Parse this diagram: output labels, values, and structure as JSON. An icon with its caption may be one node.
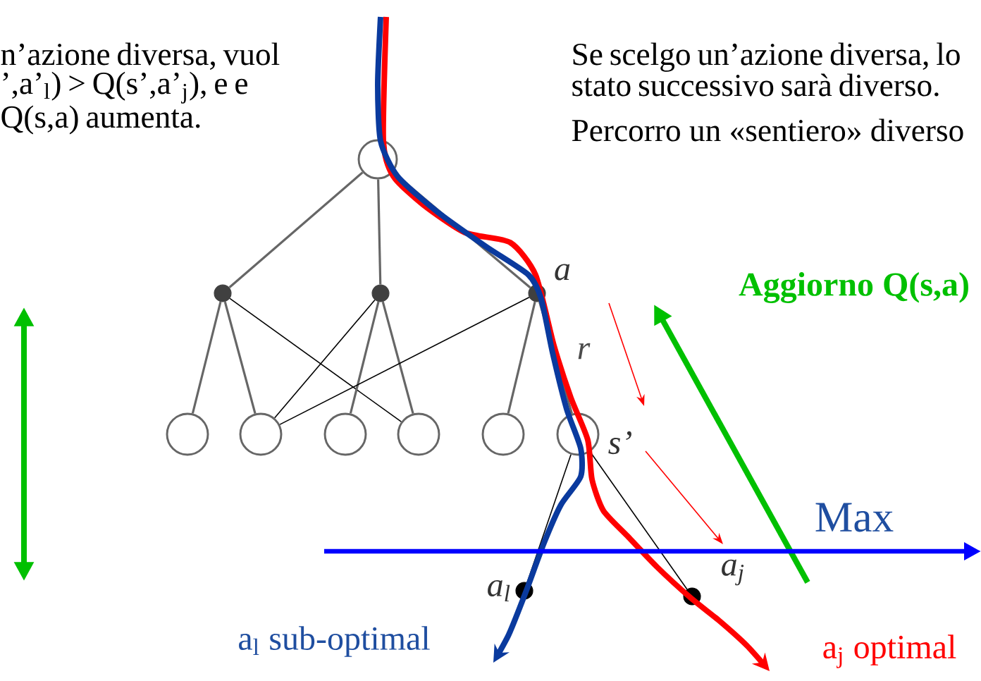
{
  "diagram": {
    "nodes": [
      {
        "text": [],
        "shape": "circle"
      },
      {
        "text": [],
        "shape": "circle"
      },
      {
        "text": [],
        "shape": "circle"
      },
      {
        "text": [],
        "shape": "circle",
        "beside": [
          "a"
        ]
      },
      {
        "text": [],
        "shape": "circle"
      },
      {
        "text": [],
        "shape": "circle"
      },
      {
        "text": [],
        "shape": "circle"
      },
      {
        "text": [],
        "shape": "circle"
      },
      {
        "text": [],
        "shape": "circle"
      },
      {
        "text": [],
        "shape": "circle",
        "beside": [
          "s’"
        ]
      },
      {
        "text": [],
        "shape": "circle",
        "beside": [
          "a$_{l}$"
        ]
      },
      {
        "text": [],
        "shape": "circle",
        "beside": [
          "a$_{j}$"
        ]
      }
    ],
    "edges": [
      {
        "from": 0,
        "to": 1,
        "arrow": "none"
      },
      {
        "from": 0,
        "to": 2,
        "arrow": "none"
      },
      {
        "from": 0,
        "to": 3,
        "arrow": "none"
      },
      {
        "from": 1,
        "to": 4,
        "arrow": "none"
      },
      {
        "from": 1,
        "to": 5,
        "arrow": "none"
      },
      {
        "from": 1,
        "to": 7,
        "arrow": "none",
        "color": "#000000"
      },
      {
        "from": 2,
        "to": 5,
        "arrow": "none",
        "color": "#000000"
      },
      {
        "from": 2,
        "to": 6,
        "arrow": "none"
      },
      {
        "from": 2,
        "to": 7,
        "arrow": "none"
      },
      {
        "from": 3,
        "to": 5,
        "arrow": "none",
        "color": "#000000"
      },
      {
        "from": 3,
        "to": 8,
        "arrow": "none"
      },
      {
        "from": 3,
        "to": 9,
        "arrow": "none"
      },
      {
        "from": 9,
        "to": 10,
        "arrow": "none",
        "color": "#000000"
      },
      {
        "from": 9,
        "to": 11,
        "arrow": "none",
        "color": "#000000"
      }
    ],
    "labels": [
      "n’azione diversa, vuol ’,a’$_{l}$) > Q(s’,a’$_{j}$), e e Q(s,a) aumenta.",
      "Se scelgo un’azione diversa, lo stato successivo sarà diverso.",
      "Percorro un «sentiero» diverso",
      "Aggiorno Q(s,a)",
      "r",
      "Max",
      "a$_{l}$ sub-optimal",
      "a$_{j}$ optimal"
    ]
  }
}
